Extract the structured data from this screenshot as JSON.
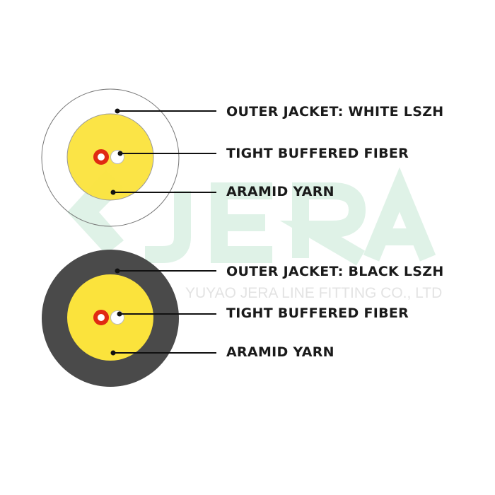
{
  "watermark": {
    "logo": "JERA",
    "company": "YUYAO JERA LINE FITTING CO., LTD",
    "logo_color": "#dff2e7"
  },
  "colors": {
    "yarn": "#fbe33c",
    "black_jacket": "#4a4a4a",
    "fiber_ring": "#e02a12",
    "white_jacket_outline": "#777777"
  },
  "cables": [
    {
      "name": "white",
      "labels": {
        "jacket": "OUTER JACKET: WHITE LSZH",
        "fiber": "TIGHT BUFFERED FIBER",
        "yarn": "ARAMID YARN"
      }
    },
    {
      "name": "black",
      "labels": {
        "jacket": "OUTER JACKET: BLACK LSZH",
        "fiber": "TIGHT BUFFERED FIBER",
        "yarn": "ARAMID YARN"
      }
    }
  ]
}
